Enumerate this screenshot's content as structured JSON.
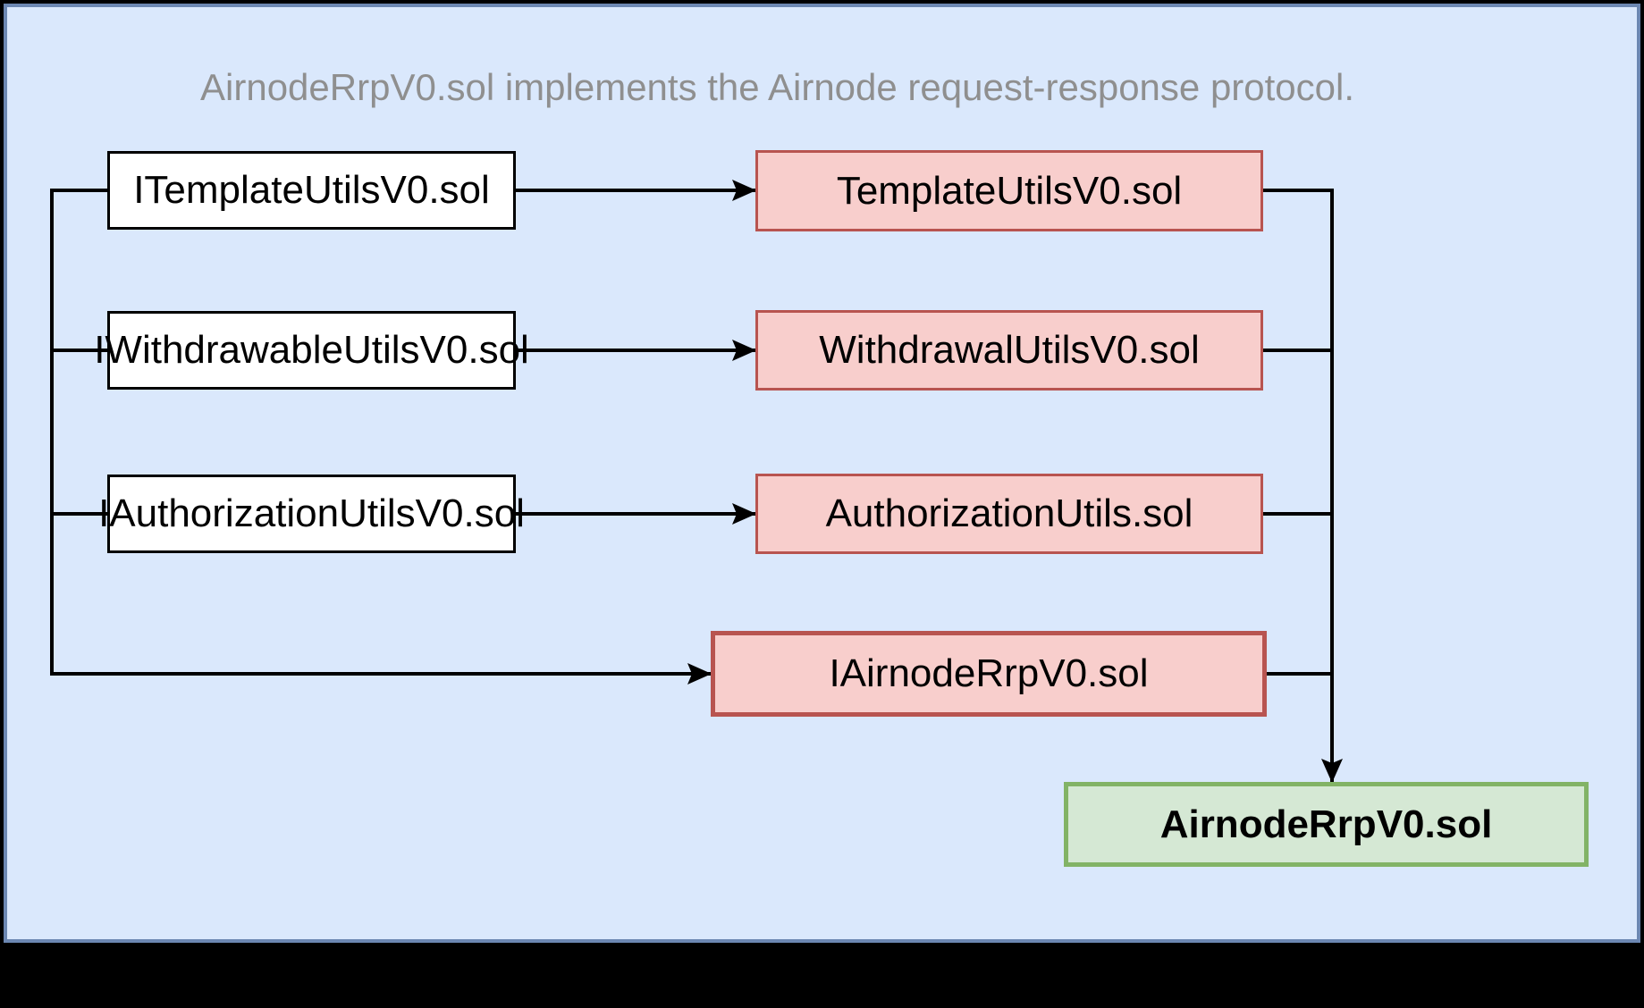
{
  "diagram": {
    "title": "AirnodeRrpV0.sol implements the Airnode request-response protocol.",
    "nodes": {
      "interfaces": [
        {
          "id": "ITemplateUtilsV0",
          "label": "ITemplateUtilsV0.sol"
        },
        {
          "id": "IWithdrawableUtilsV0",
          "label": "IWithdrawableUtilsV0.sol"
        },
        {
          "id": "IAuthorizationUtilsV0",
          "label": "IAuthorizationUtilsV0.sol"
        }
      ],
      "implementations": [
        {
          "id": "TemplateUtilsV0",
          "label": "TemplateUtilsV0.sol"
        },
        {
          "id": "WithdrawalUtilsV0",
          "label": "WithdrawalUtilsV0.sol"
        },
        {
          "id": "AuthorizationUtils",
          "label": "AuthorizationUtils.sol"
        }
      ],
      "main_interface": {
        "id": "IAirnodeRrpV0",
        "label": "IAirnodeRrpV0.sol"
      },
      "main_contract": {
        "id": "AirnodeRrpV0",
        "label": "AirnodeRrpV0.sol"
      }
    },
    "edges": [
      {
        "from": "ITemplateUtilsV0.sol",
        "to": "TemplateUtilsV0.sol",
        "arrow": true
      },
      {
        "from": "IWithdrawableUtilsV0.sol",
        "to": "WithdrawalUtilsV0.sol",
        "arrow": true
      },
      {
        "from": "IAuthorizationUtilsV0.sol",
        "to": "AuthorizationUtils.sol",
        "arrow": true
      },
      {
        "from": "ITemplateUtilsV0.sol / IWithdrawableUtilsV0.sol / IAuthorizationUtilsV0.sol",
        "to": "IAirnodeRrpV0.sol",
        "arrow": true
      },
      {
        "from": "TemplateUtilsV0.sol / WithdrawalUtilsV0.sol / AuthorizationUtils.sol / IAirnodeRrpV0.sol",
        "to": "AirnodeRrpV0.sol",
        "arrow": true
      }
    ],
    "colors": {
      "page_background": "#000000",
      "canvas_fill": "#dae8fc",
      "canvas_border": "#6c87b2",
      "interface_fill": "#ffffff",
      "interface_border": "#000000",
      "implementation_fill": "#f8cecc",
      "implementation_border": "#b85450",
      "main_contract_fill": "#d5e8d4",
      "main_contract_border": "#82b366",
      "title_text": "#8f8f8f",
      "node_text": "#000000",
      "edge_color": "#000000"
    }
  }
}
